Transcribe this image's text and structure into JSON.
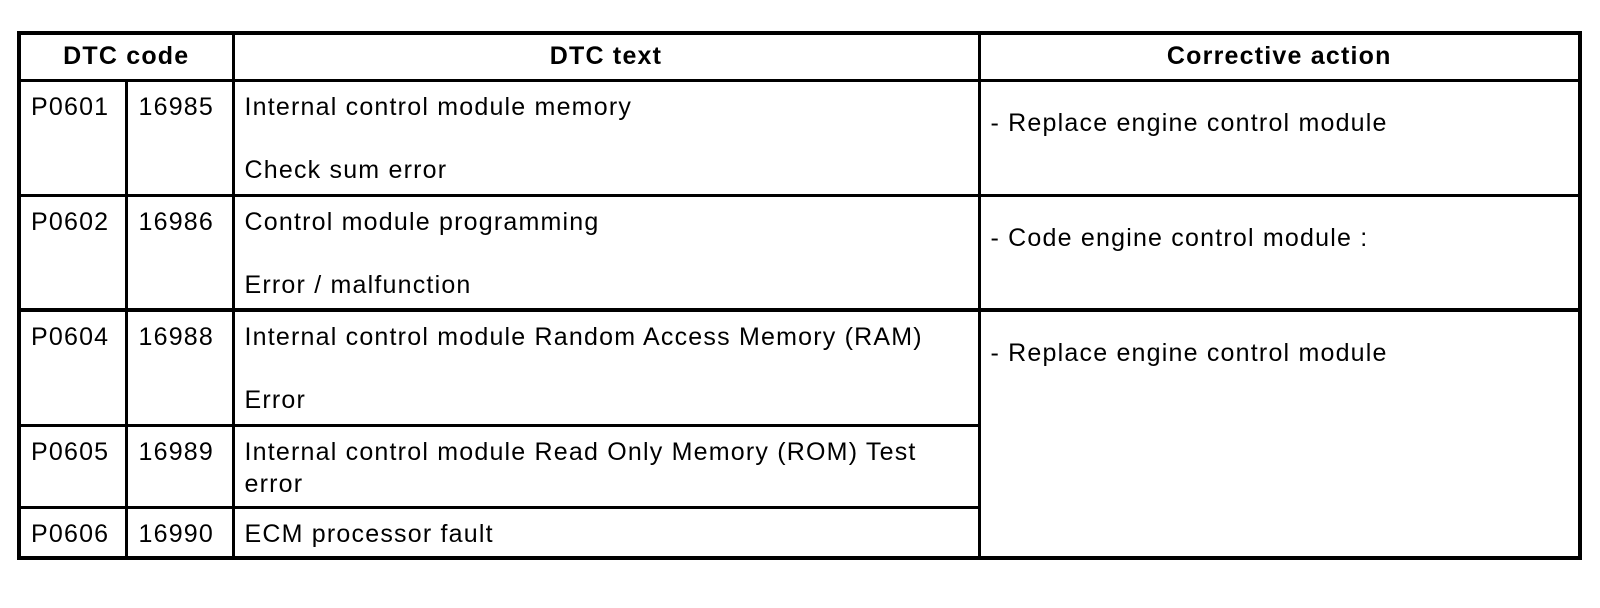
{
  "table": {
    "headers": {
      "dtc_code": "DTC code",
      "dtc_text": "DTC text",
      "corrective_action": "Corrective action"
    },
    "rows": [
      {
        "code": "P0601",
        "num": "16985",
        "text": [
          "Internal control module memory",
          "Check sum error"
        ],
        "action": "- Replace engine control module"
      },
      {
        "code": "P0602",
        "num": "16986",
        "text": [
          "Control module programming",
          "Error / malfunction"
        ],
        "action": "- Code engine control module :"
      },
      {
        "code": "P0604",
        "num": "16988",
        "text": [
          "Internal control module Random Access Memory (RAM)",
          "Error"
        ],
        "action": "- Replace engine control module"
      },
      {
        "code": "P0605",
        "num": "16989",
        "text": [
          "Internal control module Read Only Memory (ROM) Test",
          "error"
        ]
      },
      {
        "code": "P0606",
        "num": "16990",
        "text": [
          "ECM processor fault"
        ]
      }
    ],
    "colors": {
      "border": "#000000",
      "background": "#ffffff",
      "text": "#000000"
    }
  }
}
